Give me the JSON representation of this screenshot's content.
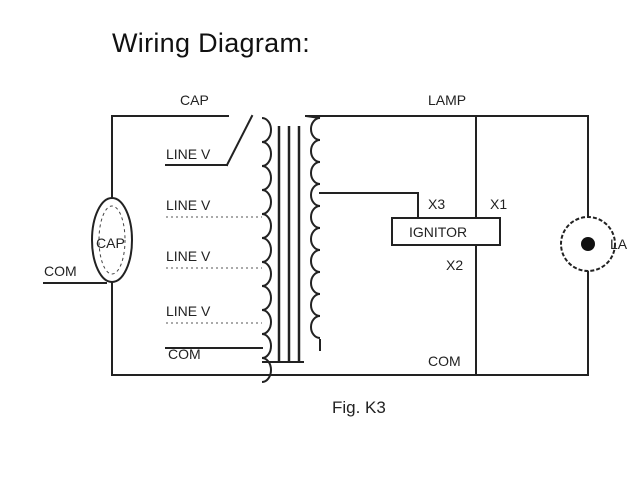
{
  "title": "Wiring Diagram:",
  "caption": "Fig. K3",
  "labels": {
    "cap_top": "CAP",
    "lamp_top": "LAMP",
    "line_v_1": "LINE V",
    "line_v_2": "LINE V",
    "line_v_3": "LINE V",
    "line_v_4": "LINE V",
    "com_tap": "COM",
    "cap_component": "CAP",
    "com_left": "COM",
    "x3": "X3",
    "x1": "X1",
    "x2": "X2",
    "ignitor": "IGNITOR",
    "com_bottom": "COM",
    "lamp_side": "LA"
  }
}
